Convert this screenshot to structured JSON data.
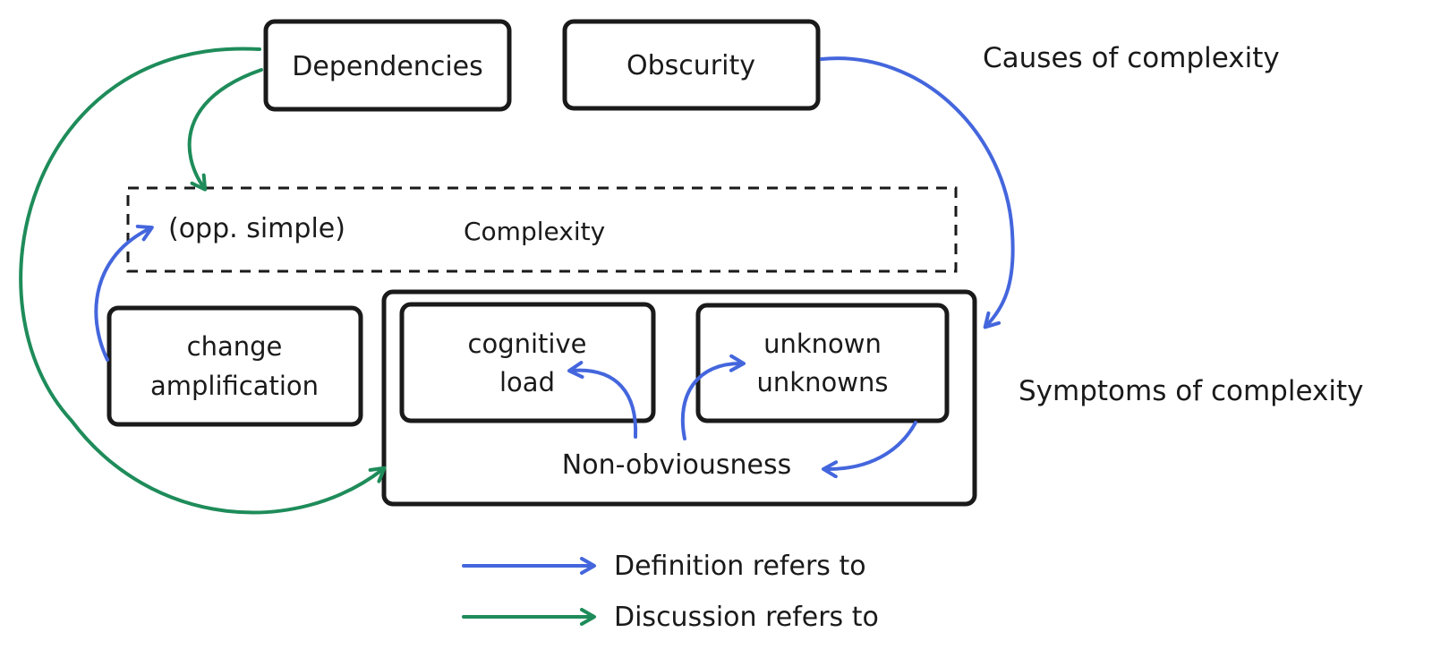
{
  "colors": {
    "definition": "#4466dd",
    "discussion": "#1e8c5a",
    "ink": "#1a1a1a"
  },
  "causes": {
    "heading": "Causes of complexity",
    "dependencies": "Dependencies",
    "obscurity": "Obscurity"
  },
  "complexity": {
    "label": "Complexity",
    "opposite": "(opp. simple)"
  },
  "symptoms": {
    "heading": "Symptoms of complexity",
    "change_amplification": [
      "change",
      "amplification"
    ],
    "cognitive_load": [
      "cognitive",
      "load"
    ],
    "unknown_unknowns": [
      "unknown",
      "unknowns"
    ],
    "non_obviousness": "Non-obviousness"
  },
  "legend": {
    "definition": "Definition refers to",
    "discussion": "Discussion refers to"
  }
}
